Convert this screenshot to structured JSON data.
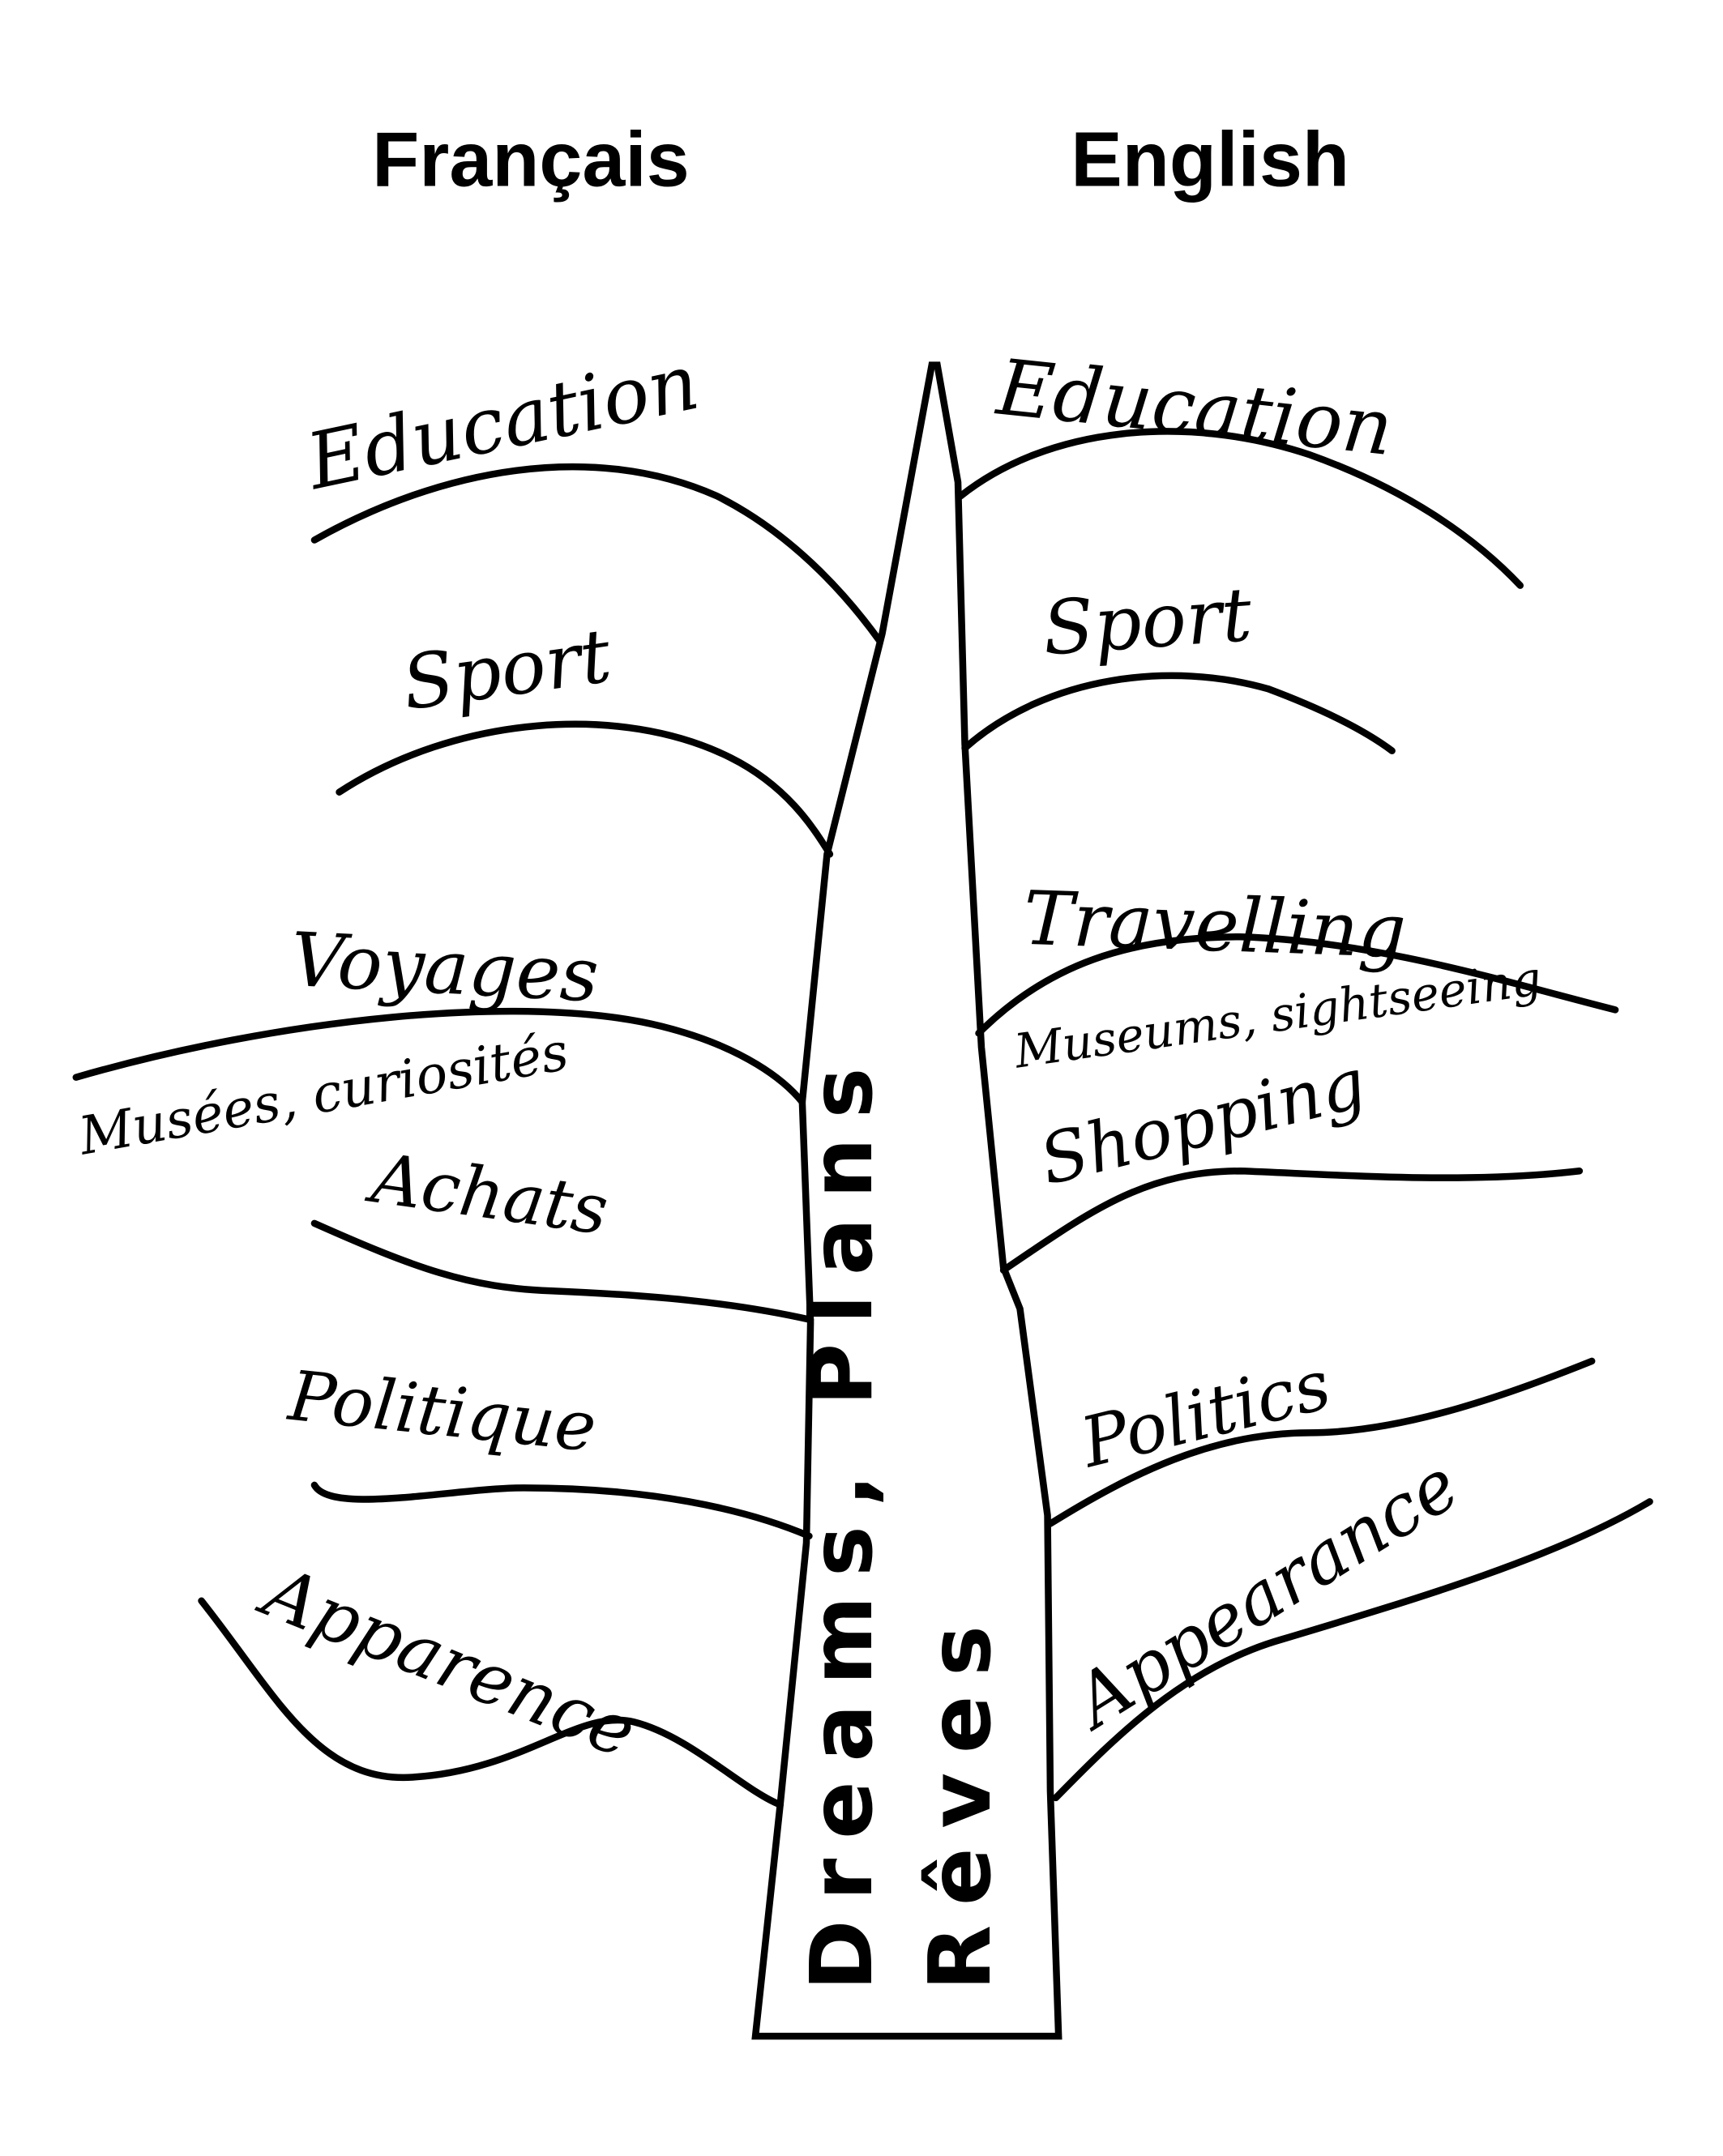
{
  "headers": {
    "french": "Français",
    "english": "English"
  },
  "trunk": {
    "line1": "Dreams, Plans",
    "line2": "Rêves"
  },
  "french_branches": [
    "Education",
    "Sport",
    "Voyages",
    "Musées, curiosités",
    "Achats",
    "Politique",
    "Apparence"
  ],
  "english_branches": [
    "Education",
    "Sport",
    "Travelling",
    "Museums, sightseeing",
    "Shopping",
    "Politics",
    "Appearance"
  ]
}
